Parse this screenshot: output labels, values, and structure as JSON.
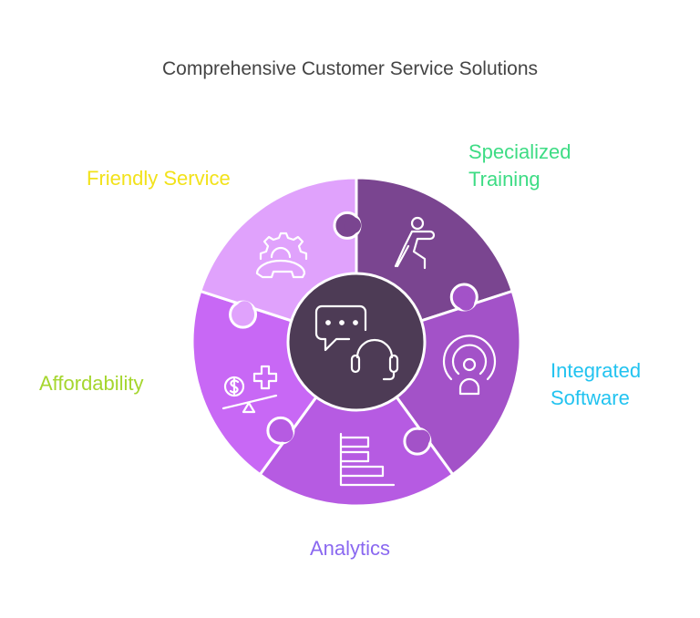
{
  "title": "Comprehensive Customer Service Solutions",
  "center": {
    "icon": "chat-headset-icon",
    "color": "#4d3b55"
  },
  "segments": [
    {
      "label_line1": "Specialized",
      "label_line2": "Training",
      "icon": "running-person-icon",
      "color": "#7a4590",
      "text_color": "#3ddc84"
    },
    {
      "label_line1": "Integrated",
      "label_line2": "Software",
      "icon": "broadcast-person-icon",
      "color": "#a352c8",
      "text_color": "#22c3f0"
    },
    {
      "label_line1": "Analytics",
      "icon": "bar-chart-icon",
      "color": "#b65be2",
      "text_color": "#8a68f0"
    },
    {
      "label_line1": "Affordability",
      "icon": "balance-money-health-icon",
      "color": "#c868f5",
      "text_color": "#a5d62e"
    },
    {
      "label_line1": "Friendly Service",
      "icon": "gear-phone-icon",
      "color": "#e0a2fc",
      "text_color": "#f2e21a"
    }
  ]
}
